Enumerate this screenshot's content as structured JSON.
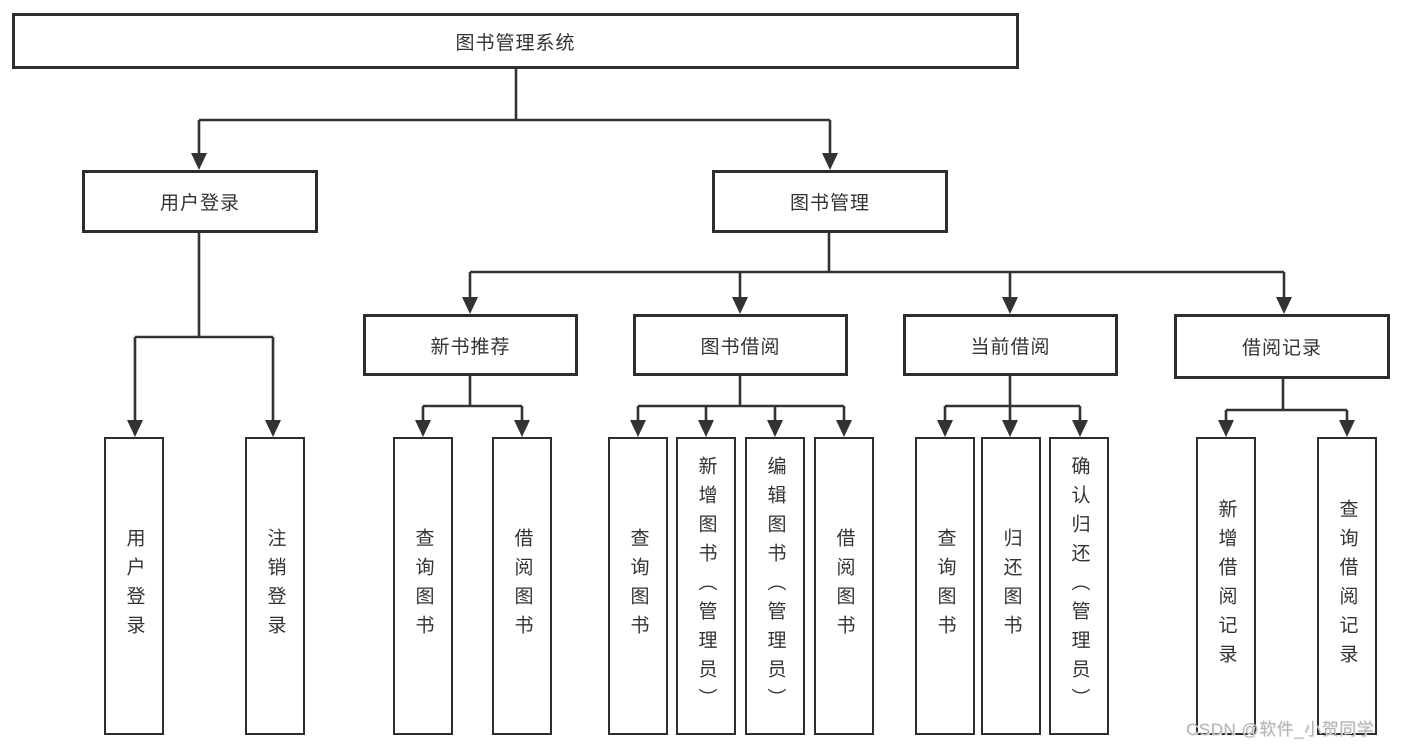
{
  "root": {
    "label": "图书管理系统"
  },
  "level1": [
    {
      "label": "用户登录",
      "parent": "图书管理系统"
    },
    {
      "label": "图书管理",
      "parent": "图书管理系统"
    }
  ],
  "level2": [
    {
      "label": "新书推荐",
      "parent": "图书管理"
    },
    {
      "label": "图书借阅",
      "parent": "图书管理"
    },
    {
      "label": "当前借阅",
      "parent": "图书管理"
    },
    {
      "label": "借阅记录",
      "parent": "图书管理"
    }
  ],
  "leaves": [
    {
      "label": "用户登录",
      "parent": "用户登录"
    },
    {
      "label": "注销登录",
      "parent": "用户登录"
    },
    {
      "label": "查询图书",
      "parent": "新书推荐"
    },
    {
      "label": "借阅图书",
      "parent": "新书推荐"
    },
    {
      "label": "查询图书",
      "parent": "图书借阅"
    },
    {
      "label": "新增图书（管理员）",
      "parent": "图书借阅"
    },
    {
      "label": "编辑图书（管理员）",
      "parent": "图书借阅"
    },
    {
      "label": "借阅图书",
      "parent": "图书借阅"
    },
    {
      "label": "查询图书",
      "parent": "当前借阅"
    },
    {
      "label": "归还图书",
      "parent": "当前借阅"
    },
    {
      "label": "确认归还（管理员）",
      "parent": "当前借阅"
    },
    {
      "label": "新增借阅记录",
      "parent": "借阅记录"
    },
    {
      "label": "查询借阅记录",
      "parent": "借阅记录"
    }
  ],
  "watermark": {
    "text": "CSDN @软件_小贺同学"
  },
  "colors": {
    "line": "#333333",
    "box_border": "#2e2e2e",
    "text": "#333333",
    "watermark": "#b5b5b5",
    "background": "#ffffff"
  }
}
